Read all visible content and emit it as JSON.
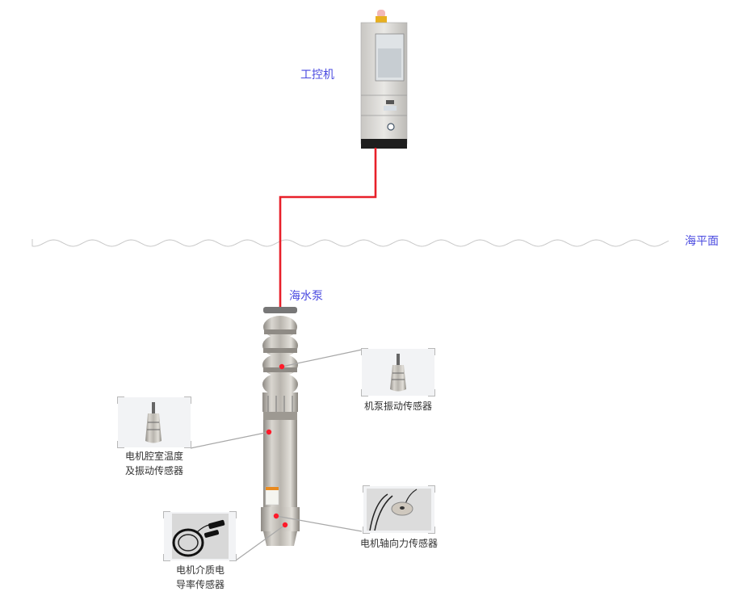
{
  "diagram": {
    "colors": {
      "label": "#4a4ae0",
      "cable": "#e8202a",
      "leader_line": "#a8a8a8",
      "sensor_dot": "#ff1a2a",
      "wave": "#c8c8c8",
      "caption": "#333333"
    },
    "nodes": {
      "control_cabinet": {
        "label": "工控机"
      },
      "sea_level": {
        "label": "海平面"
      },
      "pump": {
        "label": "海水泵"
      }
    },
    "sensors": [
      {
        "id": "pump-vibration",
        "label_lines": [
          "机泵振动传感器"
        ],
        "icon": "vibration-sensor-icon"
      },
      {
        "id": "motor-cavity-temp-vibration",
        "label_lines": [
          "电机腔室温度",
          "及振动传感器"
        ],
        "icon": "vibration-sensor-icon"
      },
      {
        "id": "motor-axial-force",
        "label_lines": [
          "电机轴向力传感器"
        ],
        "icon": "load-cell-sensor-icon"
      },
      {
        "id": "motor-medium-conductivity",
        "label_lines": [
          "电机介质电",
          "导率传感器"
        ],
        "icon": "conductivity-probe-icon"
      }
    ]
  }
}
